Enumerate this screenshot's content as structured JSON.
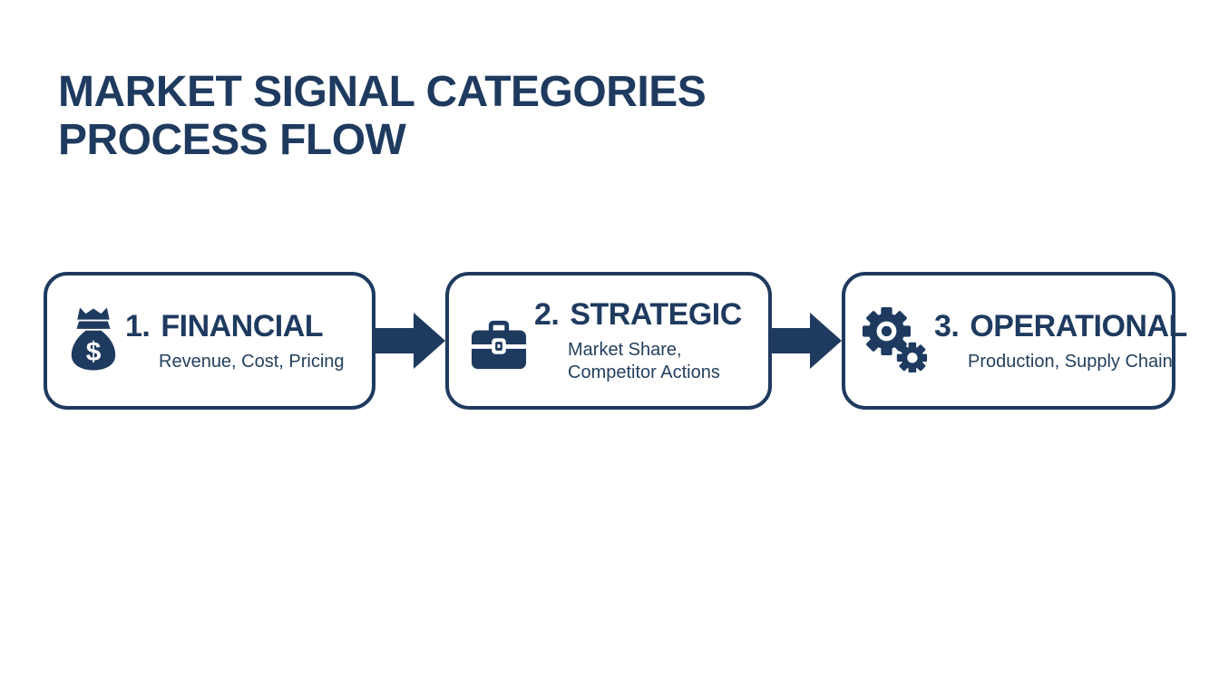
{
  "title": {
    "line1": "MARKET SIGNAL CATEGORIES",
    "line2": "PROCESS FLOW"
  },
  "colors": {
    "navy": "#1e3a5f",
    "background": "#ffffff",
    "box_fill": "#ffffff"
  },
  "steps": [
    {
      "number": "1.",
      "label": "FINANCIAL",
      "description": "Revenue, Cost, Pricing",
      "icon": "money-bag-icon"
    },
    {
      "number": "2.",
      "label": "STRATEGIC",
      "description": "Market Share, Competitor Actions",
      "icon": "briefcase-icon"
    },
    {
      "number": "3.",
      "label": "OPERATIONAL",
      "description": "Production, Supply Chain",
      "icon": "gears-icon"
    }
  ]
}
